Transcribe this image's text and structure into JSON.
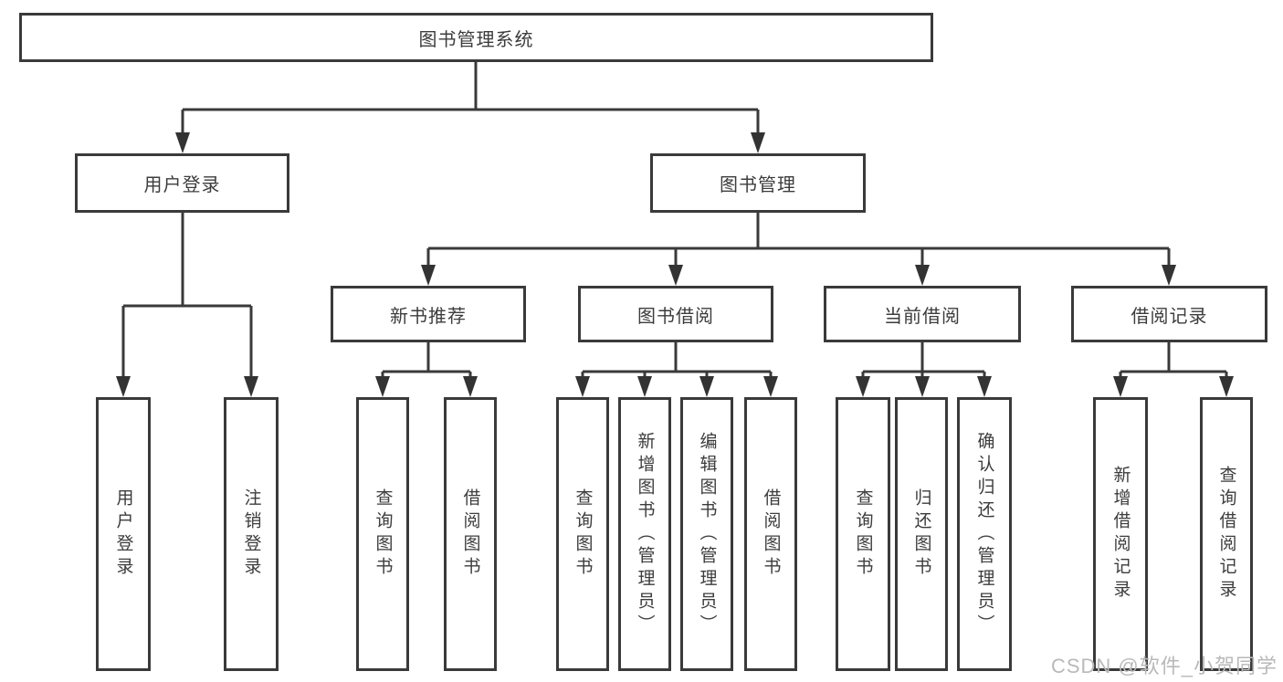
{
  "diagram": {
    "root": {
      "label": "图书管理系统"
    },
    "level2": [
      {
        "label": "用户登录"
      },
      {
        "label": "图书管理"
      }
    ],
    "level3": [
      {
        "label": "新书推荐"
      },
      {
        "label": "图书借阅"
      },
      {
        "label": "当前借阅"
      },
      {
        "label": "借阅记录"
      }
    ],
    "leaves": {
      "user_login": [
        {
          "label": "用户登录"
        },
        {
          "label": "注销登录"
        }
      ],
      "new_book_rec": [
        {
          "label": "查询图书"
        },
        {
          "label": "借阅图书"
        }
      ],
      "book_borrow": [
        {
          "label": "查询图书"
        },
        {
          "label": "新增图书（管理员）"
        },
        {
          "label": "编辑图书（管理员）"
        },
        {
          "label": "借阅图书"
        }
      ],
      "current_borrow": [
        {
          "label": "查询图书"
        },
        {
          "label": "归还图书"
        },
        {
          "label": "确认归还（管理员）"
        }
      ],
      "borrow_record": [
        {
          "label": "新增借阅记录"
        },
        {
          "label": "查询借阅记录"
        }
      ]
    }
  },
  "watermark": {
    "text": "CSDN @软件_小贺同学"
  },
  "colors": {
    "line": "#3a3a3a",
    "text": "#3c3c3c",
    "watermark": "#b9b9b9",
    "background": "#ffffff"
  }
}
